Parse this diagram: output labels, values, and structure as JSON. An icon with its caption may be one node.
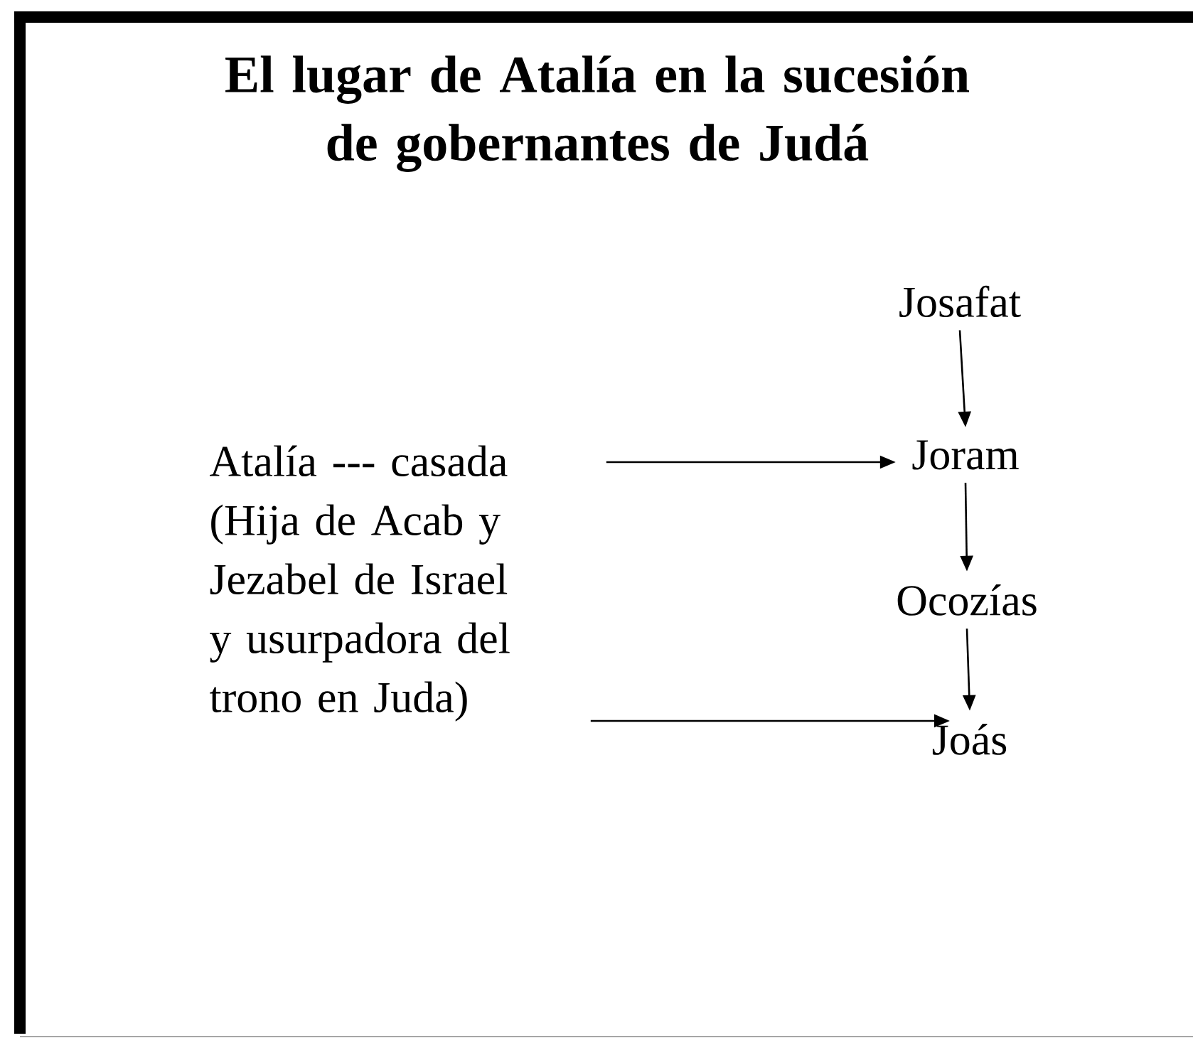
{
  "diagram": {
    "title": "El lugar de Atalía en la sucesión de gobernantes de Judá",
    "nodes": [
      {
        "text": [
          "Josafat"
        ]
      },
      {
        "text": [
          "Joram"
        ]
      },
      {
        "text": [
          "Ocozías"
        ]
      },
      {
        "text": [
          "Joás"
        ]
      },
      {
        "text": [
          "Atalía --- casada (Hija de Acab y Jezabel de Israel y usurpadora del trono en Juda)"
        ]
      }
    ],
    "edges": [
      {
        "from": 0,
        "to": 1,
        "arrow": "to"
      },
      {
        "from": 1,
        "to": 2,
        "arrow": "to"
      },
      {
        "from": 2,
        "to": 3,
        "arrow": "to"
      },
      {
        "from": 4,
        "to": 1,
        "arrow": "to"
      },
      {
        "from": 4,
        "to": 3,
        "arrow": "to"
      }
    ]
  }
}
